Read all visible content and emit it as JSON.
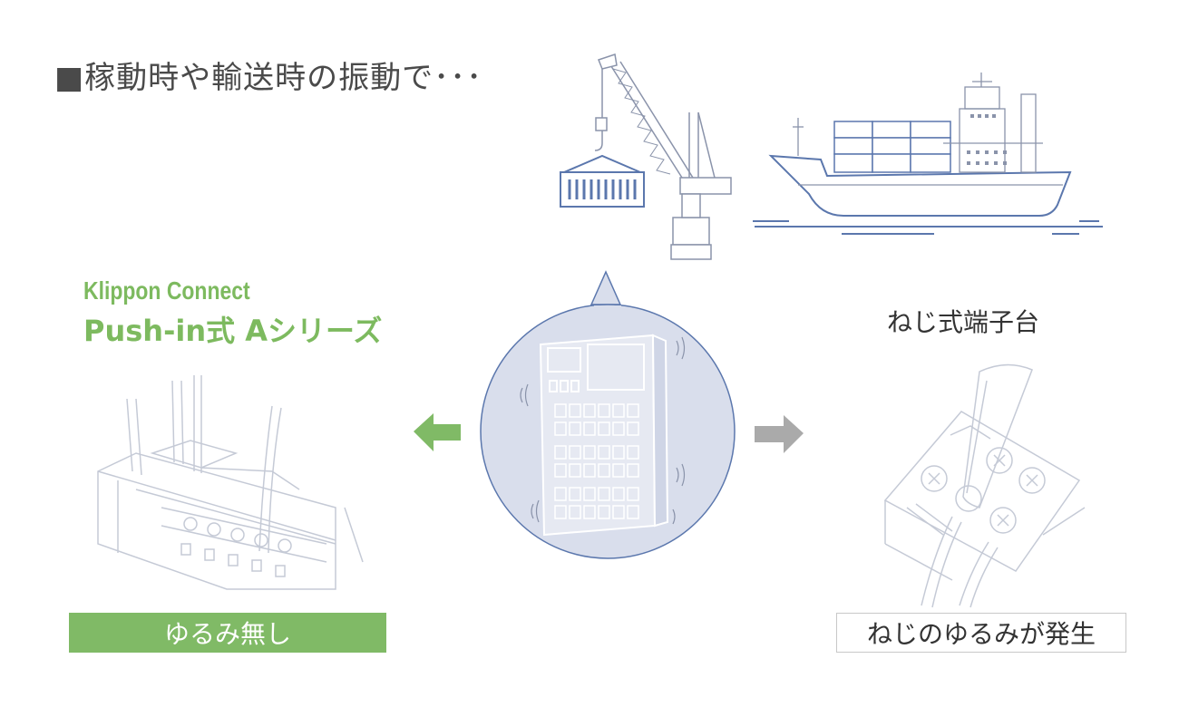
{
  "heading": "■稼動時や輸送時の振動で･･･",
  "left": {
    "brand_line1": "Klippon Connect",
    "brand_line2": "Push-in式 Aシリーズ",
    "result": "ゆるみ無し"
  },
  "right": {
    "title": "ねじ式端子台",
    "result": "ねじのゆるみが発生"
  },
  "colors": {
    "accent_green": "#80ba66",
    "arrow_gray": "#aaaaaa",
    "line_blue": "#5b77ad",
    "bubble_fill": "#d9deec",
    "sketch_line": "#c5cad6"
  }
}
